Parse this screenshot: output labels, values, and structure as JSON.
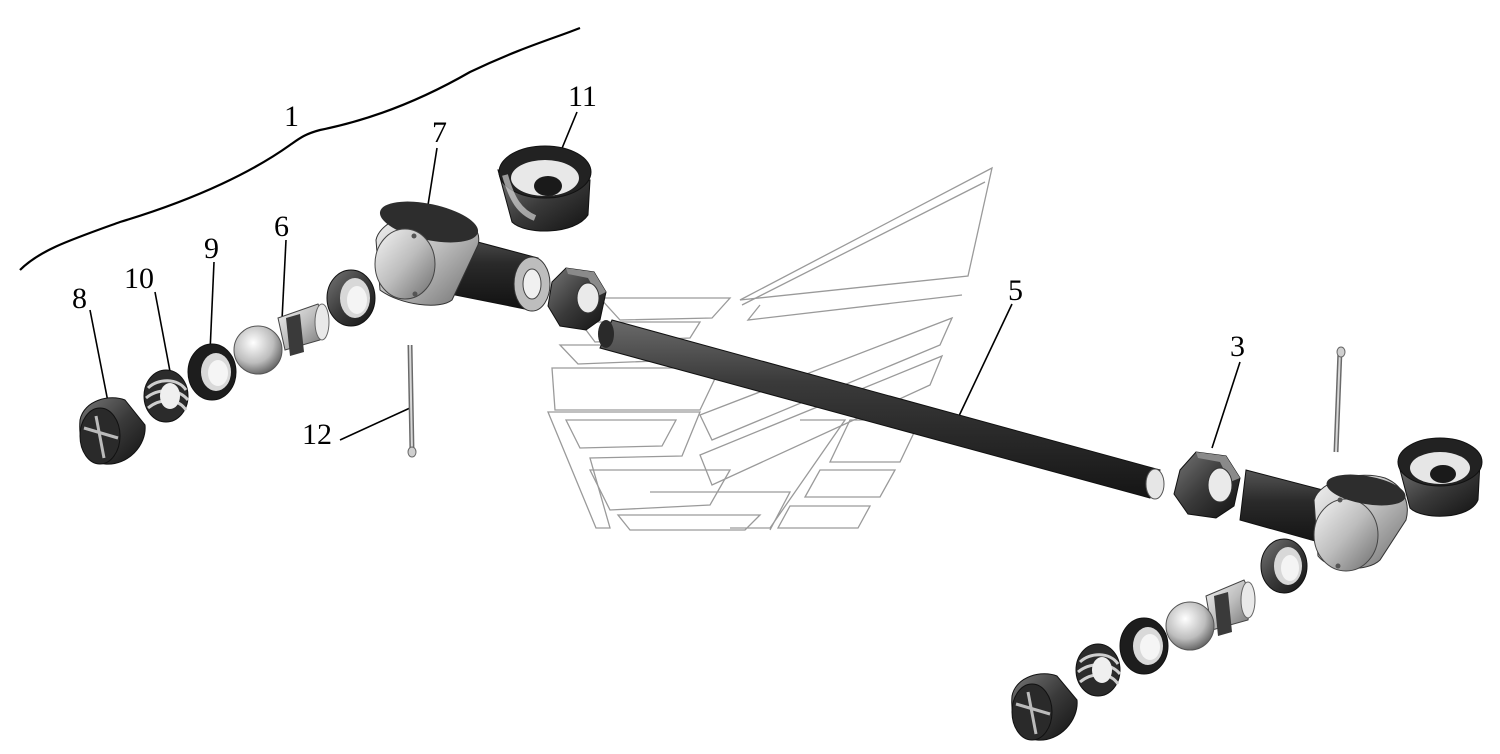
{
  "diagram": {
    "callouts": [
      {
        "id": "1",
        "text": "1"
      },
      {
        "id": "3",
        "text": "3"
      },
      {
        "id": "5",
        "text": "5"
      },
      {
        "id": "6",
        "text": "6"
      },
      {
        "id": "7",
        "text": "7"
      },
      {
        "id": "8",
        "text": "8"
      },
      {
        "id": "9",
        "text": "9"
      },
      {
        "id": "10",
        "text": "10"
      },
      {
        "id": "11",
        "text": "11"
      },
      {
        "id": "12",
        "text": "12"
      }
    ]
  },
  "colors": {
    "background": "#ffffff",
    "part_dark": "#1f1f1f",
    "part_mid": "#5a5a5a",
    "part_light": "#cfcfcf",
    "part_highlight": "#f2f2f2",
    "watermark": "#9a9a9a",
    "ink": "#000000"
  }
}
